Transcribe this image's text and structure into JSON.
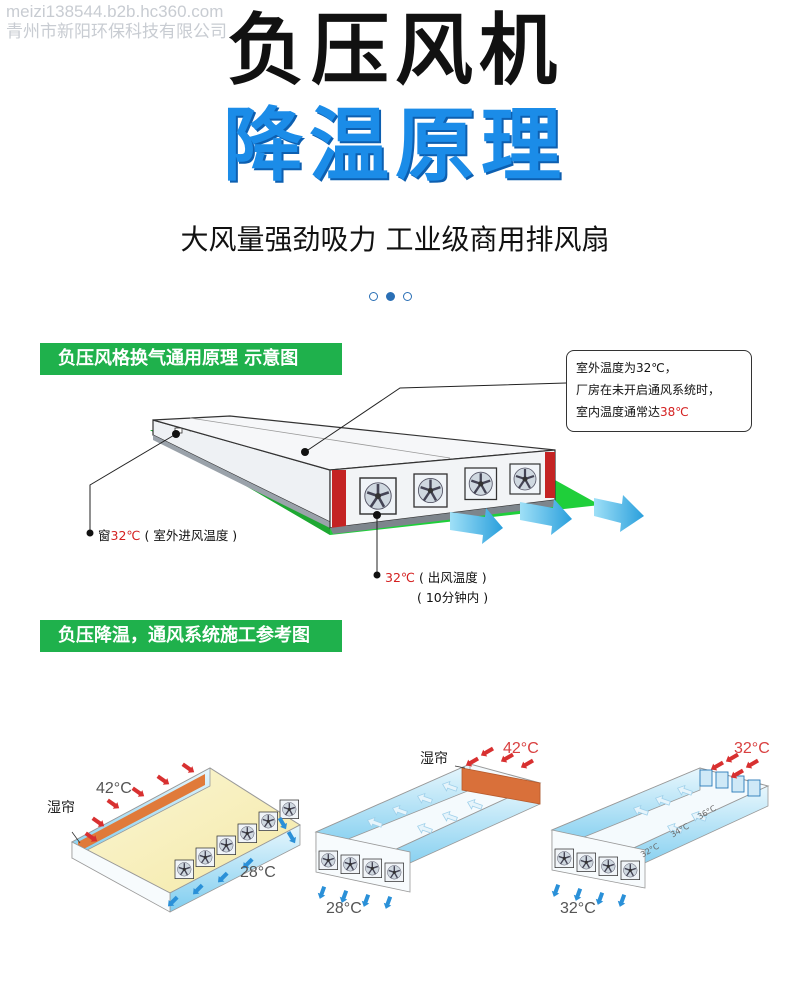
{
  "watermark": {
    "line1": "meizi138544.b2b.hc360.com",
    "line2": "青州市新阳环保科技有限公司"
  },
  "header": {
    "title_line1": "负压风机",
    "title_line2": "降温原理",
    "subtitle": "大风量强劲吸力 工业级商用排风扇"
  },
  "carousel": {
    "count": 3,
    "active_index": 1
  },
  "section1": {
    "banner": "负压风格换气通用原理 示意图",
    "callout": {
      "line1": "室外温度为32℃，",
      "line2": "厂房在未开启通风系统时，",
      "line3_prefix": "室内温度通常达",
      "line3_value": "38℃"
    },
    "window_label": {
      "prefix": "窗",
      "value": "32℃",
      "suffix": "( 室外进风温度 )"
    },
    "outlet_label": {
      "value": "32℃",
      "suffix": "( 出风温度 )",
      "line2": "( 10分钟内 )"
    }
  },
  "section2": {
    "banner": "负压降温，通风系统施工参考图",
    "diagram1": {
      "curtain_label": "湿帘",
      "inlet_temp": "42°C",
      "outlet_temp": "28°C"
    },
    "diagram2": {
      "curtain_label": "湿帘",
      "inlet_temp": "42°C",
      "outlet_temp": "28°C"
    },
    "diagram3": {
      "inlet_temp": "32°C",
      "outlet_temp": "32°C",
      "gradient": [
        "32°C",
        "34°C",
        "36°C"
      ]
    }
  },
  "colors": {
    "accent_blue": "#1b8ce8",
    "banner_green": "#1fb14c",
    "warm_red": "#d42020",
    "arrow_blue": "#3aa8e0",
    "curtain_orange": "#e07a3a"
  }
}
